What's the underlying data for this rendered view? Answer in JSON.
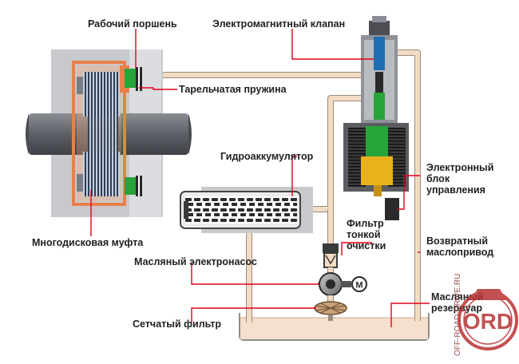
{
  "labels": {
    "working_piston": "Рабочий поршень",
    "solenoid_valve": "Электромагнитный клапан",
    "disc_spring": "Тарельчатая пружина",
    "accumulator": "Гидроаккумулятор",
    "ecu_line1": "Электронный",
    "ecu_line2": "блок",
    "ecu_line3": "управления",
    "fine_filter_line1": "Фильтр",
    "fine_filter_line2": "тонкой",
    "fine_filter_line3": "очистки",
    "return_line1": "Возвратный",
    "return_line2": "маслопривод",
    "multidisc_clutch": "Многодисковая муфта",
    "oil_pump": "Масляный электронасос",
    "reservoir_line1": "Масляный",
    "reservoir_line2": "резервуар",
    "mesh_filter": "Сетчатый фильтр",
    "motor_symbol": "M"
  },
  "watermark": {
    "url_text": "OFF-ROAD-DRIVE.RU",
    "logo_text": "ORD"
  },
  "colors": {
    "housing_gray": "#c8c9cd",
    "hydraulic_line": "#f3dcc4",
    "line_outline": "#9a8b80",
    "oil": "#f6dfcc",
    "leader_red": "#e2001a",
    "clutch_orange": "#e8804a",
    "clutch_blue": "#6d8fb4",
    "piston_green": "#27a43a",
    "coil_yellow": "#e9b21a",
    "valve_blue": "#1f6fb2"
  }
}
